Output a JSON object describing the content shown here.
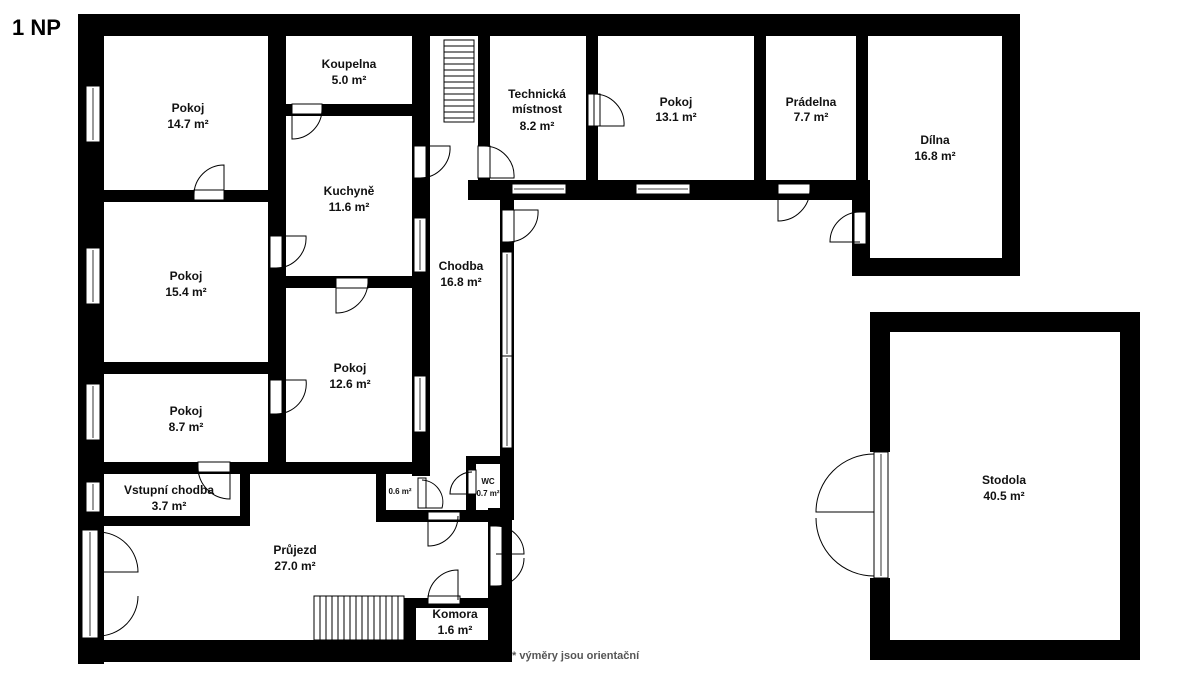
{
  "floor_label": "1 NP",
  "note": "* výměry jsou orientační",
  "rooms": [
    {
      "name": "Pokoj",
      "area": "14.7 m²"
    },
    {
      "name": "Koupelna",
      "area": "5.0 m²"
    },
    {
      "name": "Technická",
      "name2": "místnost",
      "area": "8.2 m²"
    },
    {
      "name": "Pokoj",
      "area": "13.1 m²"
    },
    {
      "name": "Prádelna",
      "area": "7.7 m²"
    },
    {
      "name": "Dílna",
      "area": "16.8 m²"
    },
    {
      "name": "Kuchyně",
      "area": "11.6 m²"
    },
    {
      "name": "Pokoj",
      "area": "15.4 m²"
    },
    {
      "name": "Chodba",
      "area": "16.8 m²"
    },
    {
      "name": "Pokoj",
      "area": "12.6 m²"
    },
    {
      "name": "Pokoj",
      "area": "8.7 m²"
    },
    {
      "name": "Vstupní chodba",
      "area": "3.7 m²"
    },
    {
      "name": "0.6 m²"
    },
    {
      "name": "WC",
      "area": "0.7 m²"
    },
    {
      "name": "Průjezd",
      "area": "27.0 m²"
    },
    {
      "name": "Komora",
      "area": "1.6 m²"
    },
    {
      "name": "Stodola",
      "area": "40.5 m²"
    }
  ]
}
